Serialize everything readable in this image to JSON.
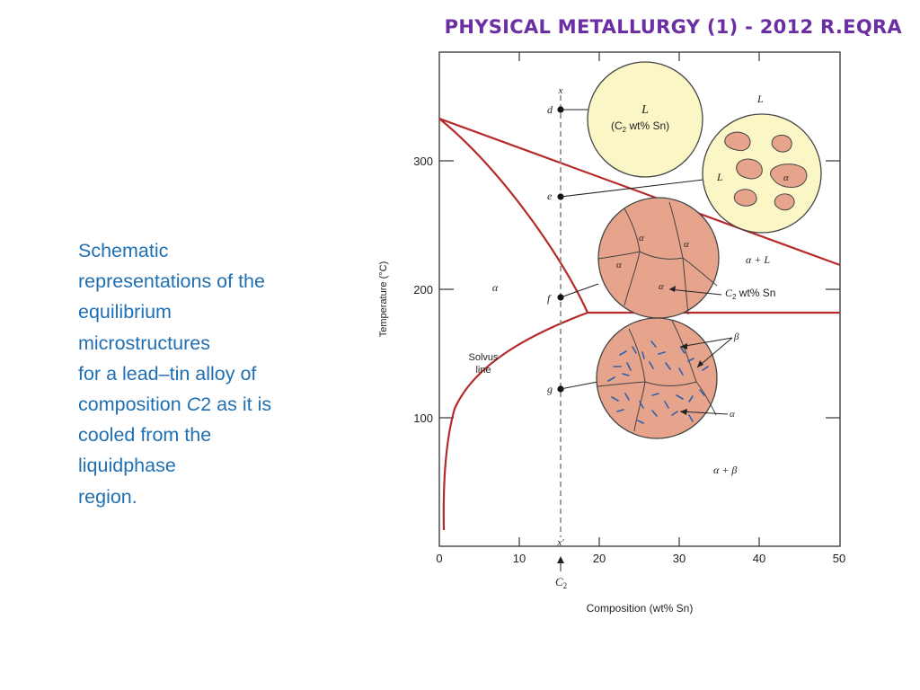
{
  "header": {
    "title": "PHYSICAL METALLURGY (1) - 2012 R.EQRA"
  },
  "description": {
    "line1": "Schematic",
    "line2": "representations of the",
    "line3": "equilibrium",
    "line4": "microstructures",
    "line5": "for a lead–tin alloy of",
    "line6_pre": "composition ",
    "line6_var": "C",
    "line6_post": "2 as it is",
    "line7": "cooled from the",
    "line8": "liquidphase",
    "line9": "region."
  },
  "diagram": {
    "x_axis": {
      "label": "Composition (wt% Sn)",
      "ticks": [
        "0",
        "10",
        "20",
        "30",
        "40",
        "50"
      ],
      "range": [
        0,
        50
      ]
    },
    "y_axis": {
      "label": "Temperature (°C)",
      "ticks": [
        "100",
        "200",
        "300"
      ],
      "range": [
        0,
        375
      ]
    },
    "composition_line": {
      "top": "x",
      "bottom": "x′",
      "marker_base": "C",
      "marker_sub": "2"
    },
    "points": [
      {
        "label": "d",
        "temperature": 335
      },
      {
        "label": "e",
        "temperature": 270
      },
      {
        "label": "f",
        "temperature": 193
      },
      {
        "label": "g",
        "temperature": 123
      }
    ],
    "regions": {
      "liquid": "L",
      "alpha": "α",
      "alpha_liquid": "α + L",
      "alpha_beta": "α + β"
    },
    "solvus": {
      "line1": "Solvus",
      "line2": "line"
    },
    "micro_d": {
      "phase": "L",
      "comp_base": "(C",
      "comp_sub": "2",
      "comp_rest": " wt% Sn)"
    },
    "micro_e": {
      "liquid": "L",
      "solid": "α"
    },
    "micro_f": {
      "grains": [
        "α",
        "α",
        "α",
        "α"
      ],
      "callout_base": "C",
      "callout_sub": "2",
      "callout_rest": " wt% Sn"
    },
    "micro_g": {
      "precipitate": "β",
      "matrix": "α"
    },
    "colors": {
      "phase_boundary": "#b52a2a",
      "liquid_fill": "#fbf6c6",
      "solid_fill": "#e6a48c",
      "precipitate": "#2f60b0"
    }
  }
}
